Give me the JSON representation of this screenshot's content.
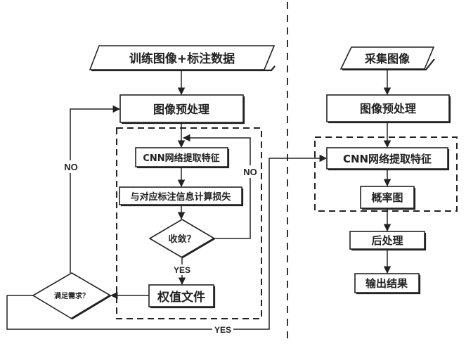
{
  "diagram": {
    "training": {
      "input": "训练图像+标注数据",
      "preprocess": "图像预处理",
      "cnn": "CNN网络提取特征",
      "loss": "与对应标注信息计算损失",
      "converge": "收敛？",
      "weights": "权值文件",
      "requirement": "满足需求？"
    },
    "inference": {
      "input": "采集图像",
      "preprocess": "图像预处理",
      "cnn": "CNN网络提取特征",
      "probability": "概率图",
      "postprocess": "后处理",
      "output": "输出结果"
    },
    "labels": {
      "no_outer": "NO",
      "no_inner": "NO",
      "yes_converge": "YES",
      "yes_bottom": "YES"
    },
    "colors": {
      "stroke": "#222222",
      "background": "#ffffff"
    }
  }
}
